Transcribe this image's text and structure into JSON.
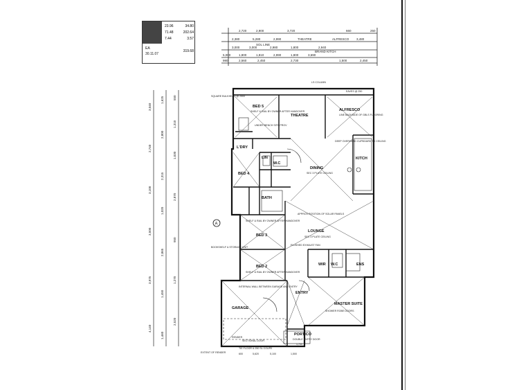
{
  "area_table": {
    "rows": [
      {
        "a": "23.96",
        "b": "34.80"
      },
      {
        "a": "71.48",
        "b": "202.64"
      },
      {
        "a": "7.44",
        "b": "3.57"
      },
      {
        "a": "",
        "b": "319.68"
      }
    ],
    "ea_label": "EA",
    "date": "30.11.07"
  },
  "top_dims": {
    "row1": [
      "2,720",
      "2,900",
      "3,720",
      "660",
      "250"
    ],
    "row2": [
      "2,380",
      "5,280",
      "2,990",
      "THEATRE",
      "ALFRESCO",
      "3,480"
    ],
    "row3": [
      "3,000",
      "3,000",
      "2,980",
      "1,800",
      "2,940"
    ],
    "row4": [
      "5,000",
      "1,800",
      "1,810",
      "2,990",
      "1,800",
      "3,690"
    ],
    "row5": [
      "980",
      "2,560",
      "2,450",
      "2,730",
      "1,500",
      "2,450"
    ],
    "labels": [
      "SOL LINE",
      "BRAND KITCH"
    ]
  },
  "rooms": {
    "bed5": "BED 5",
    "theatre": "THEATRE",
    "alfresco": "ALFRESCO",
    "dining": "DINING",
    "kitch": "KITCH",
    "bed4": "BED 4",
    "bath": "BATH",
    "wc": "W.C",
    "ldry": "L'DRY",
    "lin": "LIN",
    "lounge": "LOUNGE",
    "bed3": "BED 3",
    "bed2": "BED 2",
    "wir": "WIR",
    "ens": "ENS",
    "wc2": "W.C",
    "master": "MASTER SUITE",
    "garage": "GARAGE",
    "entry": "ENTRY",
    "portico": "PORTICO"
  },
  "notes": {
    "ls_column": "LS COLUMN",
    "eaves": "EAVES @ 250",
    "shelf_rail": "SHELF & RAIL BY OWNER AFTER HANDOVER",
    "under_bench": "UNDER BENCH SITE PROV",
    "square_bulkhead": "SQUARE BULKHEAD @ 2500",
    "alfresco_note": "LINE BACKSIDE OF GBLS FLOORING",
    "dining_ceiling": "SEC 3 PLATE CEILING",
    "kitch_note": "DEEP OVERHEAD CUPBOARD TO CEILING",
    "lounge_ceiling": "SEC 3 PLATE CEILING",
    "solar": "APPROX POSITION OF SOLAR PANELS",
    "bed3_note": "SHELF & RAIL BY OWNER AFTER HANDOVER",
    "bed2_note": "SHELF & RAIL BY OWNER AFTER HANDOVER",
    "bookshelf": "BOOKSHELF & STORAGE UNIT",
    "garage_note": "INTERNAL WALL BETWEEN GARAGE AND ENTRY",
    "master_note": "SHOWER ROBE DOORS",
    "portico_note": "DOUBLE ENTRY DOOR",
    "extent_render": "EXTENT OF RENDER",
    "render": "RENDER",
    "sectional": "SECTIONAL DOOR",
    "a_marker": "A",
    "flush_exhaust": "FLUSHED EXHAUST FAN",
    "garage_dims": "TIE FLOOR & 250 SL COUPE",
    "portico_dims": "1,700",
    "bottom_dims": [
      "600",
      "5,620",
      "5,100",
      "1,500"
    ]
  },
  "left_dims": {
    "col1": [
      "3,040",
      "2,740",
      "3,100",
      "3,500",
      "3,975",
      "4,140"
    ],
    "col2": [
      "1,625",
      "2,800",
      "2,315",
      "1,020",
      "2,865",
      "1,450",
      "1,460"
    ],
    "col3": [
      "550",
      "1,310",
      "1,030",
      "2,870",
      "950",
      "1,270",
      "2,520"
    ]
  }
}
